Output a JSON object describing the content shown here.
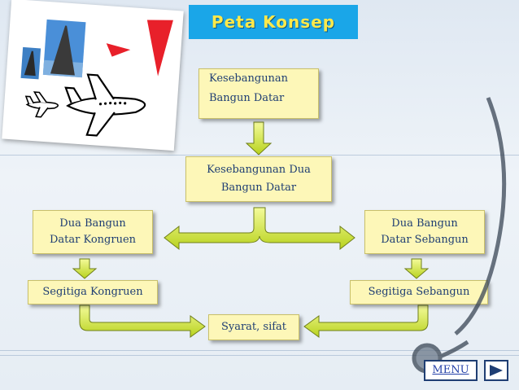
{
  "title": "Peta Konsep",
  "boxes": {
    "top": "Kesebangunan Bangun Datar",
    "top_l1": "Kesebangunan",
    "top_l2": "Bangun Datar",
    "mid_l1": "Kesebangunan Dua",
    "mid_l2": "Bangun Datar",
    "left_l1": "Dua Bangun",
    "left_l2": "Datar Kongruen",
    "right_l1": "Dua Bangun",
    "right_l2": "Datar Sebangun",
    "left_bottom": "Segitiga Kongruen",
    "right_bottom": "Segitiga Sebangun",
    "center_bottom": "Syarat, sifat"
  },
  "nav": {
    "menu_label": "MENU"
  },
  "colors": {
    "title_bg": "#1aa6e8",
    "title_text": "#ffe94a",
    "box_fill": "#fdf7b8",
    "box_text": "#1f3e73",
    "arrow": "#d6ec2a",
    "triangle": "#e8202a"
  }
}
